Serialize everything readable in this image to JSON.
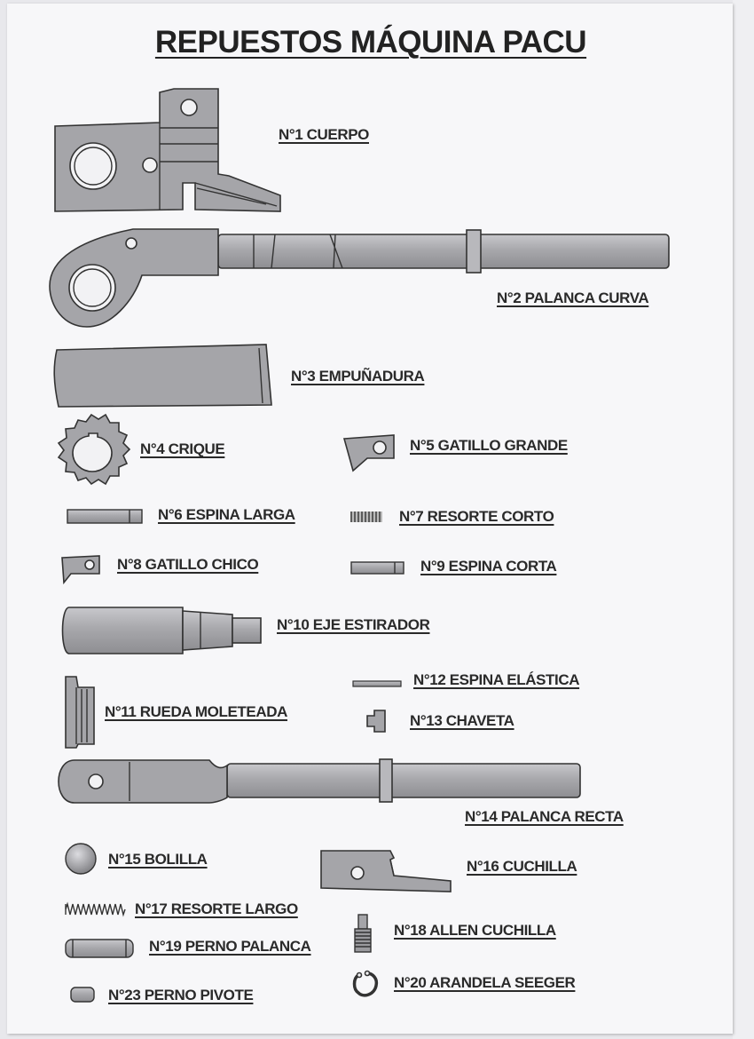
{
  "document": {
    "title": "REPUESTOS MÁQUINA PACU"
  },
  "parts": [
    {
      "label": "N°1 CUERPO"
    },
    {
      "label": "N°2 PALANCA CURVA"
    },
    {
      "label": "N°3 EMPUÑADURA"
    },
    {
      "label": "N°4 CRIQUE"
    },
    {
      "label": "N°5 GATILLO GRANDE"
    },
    {
      "label": "N°6 ESPINA LARGA"
    },
    {
      "label": "N°7 RESORTE CORTO"
    },
    {
      "label": "N°8 GATILLO CHICO"
    },
    {
      "label": "N°9 ESPINA CORTA"
    },
    {
      "label": "N°10 EJE ESTIRADOR"
    },
    {
      "label": "N°11 RUEDA MOLETEADA"
    },
    {
      "label": "N°12 ESPINA ELÁSTICA"
    },
    {
      "label": "N°13 CHAVETA"
    },
    {
      "label": "N°14 PALANCA RECTA"
    },
    {
      "label": "N°15 BOLILLA"
    },
    {
      "label": "N°16 CUCHILLA"
    },
    {
      "label": "N°17 RESORTE LARGO"
    },
    {
      "label": "N°18 ALLEN CUCHILLA"
    },
    {
      "label": "N°19 PERNO PALANCA"
    },
    {
      "label": "N°20 ARANDELA SEEGER"
    },
    {
      "label": "N°23 PERNO PIVOTE"
    }
  ]
}
